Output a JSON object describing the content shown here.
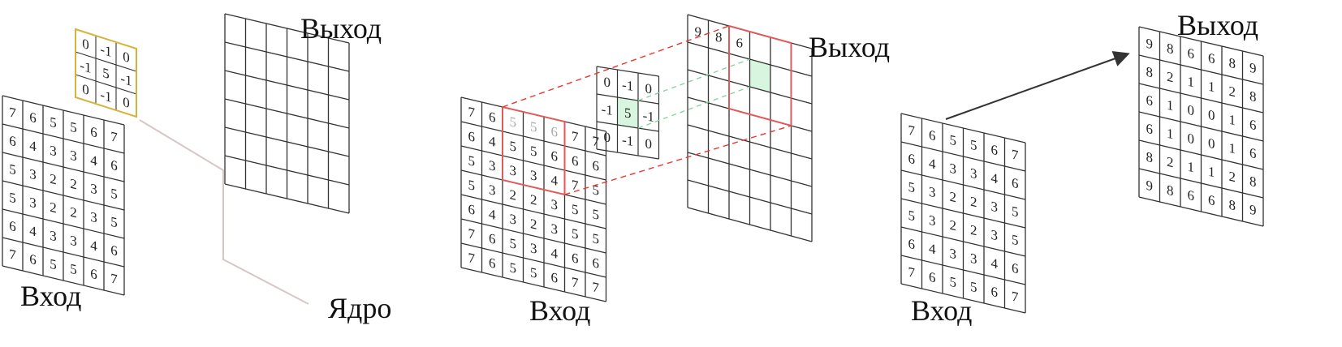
{
  "labels": {
    "input": "Вход",
    "output": "Выход",
    "kernel": "Ядро"
  },
  "colors": {
    "grid": "#333333",
    "kernel_frame": "#d4b43a",
    "highlight": "#e05a5a",
    "dash_red": "#e8372c",
    "dash_green": "#7fd39a",
    "green_fill": "#d7f5df",
    "leader_line": "#d8c6c6",
    "arrow": "#333333"
  },
  "input_matrix": [
    [
      "7",
      "6",
      "5",
      "5",
      "6",
      "7"
    ],
    [
      "6",
      "4",
      "3",
      "3",
      "4",
      "6"
    ],
    [
      "5",
      "3",
      "2",
      "2",
      "3",
      "5"
    ],
    [
      "5",
      "3",
      "2",
      "2",
      "3",
      "5"
    ],
    [
      "6",
      "4",
      "3",
      "3",
      "4",
      "6"
    ],
    [
      "7",
      "6",
      "5",
      "5",
      "6",
      "7"
    ]
  ],
  "padded_input": [
    [
      "7",
      "6",
      "5",
      "5",
      "6",
      "7",
      "7"
    ],
    [
      "6",
      "4",
      "5",
      "5",
      "6",
      "6",
      "6"
    ],
    [
      "5",
      "3",
      "3",
      "3",
      "4",
      "7",
      "5"
    ],
    [
      "5",
      "3",
      "2",
      "2",
      "3",
      "5",
      "5"
    ],
    [
      "6",
      "4",
      "3",
      "2",
      "3",
      "5",
      "5"
    ],
    [
      "7",
      "6",
      "5",
      "3",
      "4",
      "6",
      "6"
    ],
    [
      "7",
      "6",
      "5",
      "5",
      "6",
      "7",
      "7"
    ]
  ],
  "kernel": [
    [
      "0",
      "-1",
      "0"
    ],
    [
      "-1",
      "5",
      "-1"
    ],
    [
      "0",
      "-1",
      "0"
    ]
  ],
  "partial_output": [
    "9",
    "8",
    "6"
  ],
  "output_matrix": [
    [
      "9",
      "8",
      "6",
      "6",
      "8",
      "9"
    ],
    [
      "8",
      "2",
      "1",
      "1",
      "2",
      "8"
    ],
    [
      "6",
      "1",
      "0",
      "0",
      "1",
      "6"
    ],
    [
      "6",
      "1",
      "0",
      "0",
      "1",
      "6"
    ],
    [
      "8",
      "2",
      "1",
      "1",
      "2",
      "8"
    ],
    [
      "9",
      "8",
      "6",
      "6",
      "8",
      "9"
    ]
  ]
}
